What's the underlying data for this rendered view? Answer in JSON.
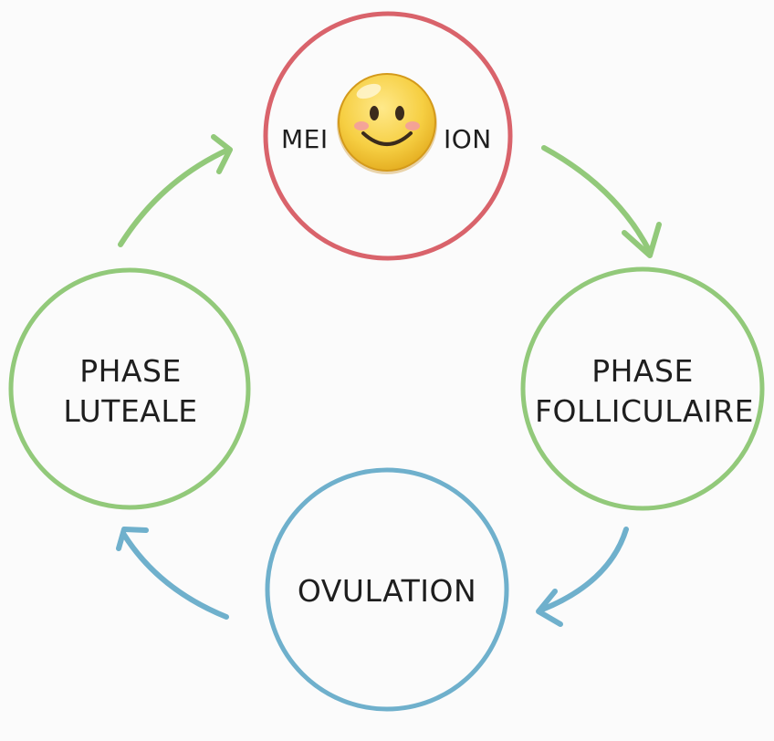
{
  "diagram": {
    "nodes": {
      "top": {
        "text_left": "MEI",
        "text_right": "ION",
        "ring_color": "#d9636b"
      },
      "right": {
        "line1": "PHASE",
        "line2": "FOLLICULAIRE",
        "ring_color": "#92c97a"
      },
      "bottom": {
        "line1": "OVULATION",
        "ring_color": "#6fb0cc"
      },
      "left": {
        "line1": "PHASE",
        "line2": "LUTEALE",
        "ring_color": "#92c97a"
      }
    },
    "arrows": {
      "top_to_right": {
        "color": "#92c97a"
      },
      "right_to_bottom": {
        "color": "#6fb0cc"
      },
      "bottom_to_left": {
        "color": "#6fb0cc"
      },
      "left_to_top": {
        "color": "#92c97a"
      }
    },
    "overlay": {
      "icon": "smiley-face-icon",
      "face_color": "#f6cf43"
    }
  }
}
